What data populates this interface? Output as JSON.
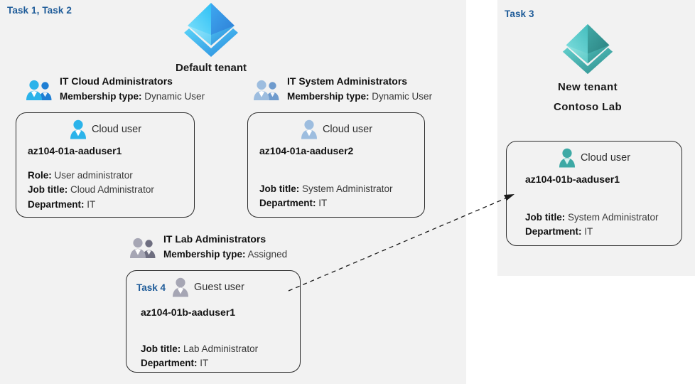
{
  "panels": {
    "default_tenant": {
      "task_tag": "Task 1, Task 2",
      "tenant_name": "Default tenant"
    },
    "new_tenant": {
      "task_tag": "Task 3",
      "tenant_name_line1": "New  tenant",
      "tenant_name_line2": "Contoso Lab"
    }
  },
  "groups": {
    "cloud_admins": {
      "name": "IT Cloud Administrators",
      "membership_label": "Membership type:",
      "membership_value": "Dynamic User"
    },
    "system_admins": {
      "name": "IT System Administrators",
      "membership_label": "Membership type:",
      "membership_value": "Dynamic User"
    },
    "lab_admins": {
      "name": "IT Lab Administrators",
      "membership_label": "Membership type:",
      "membership_value": "Assigned"
    }
  },
  "cards": {
    "aaduser1": {
      "user_type": "Cloud user",
      "username": "az104-01a-aaduser1",
      "props": [
        {
          "label": "Role:",
          "value": "User administrator"
        },
        {
          "label": "Job title:",
          "value": "Cloud Administrator"
        },
        {
          "label": "Department:",
          "value": "IT"
        }
      ]
    },
    "aaduser2": {
      "user_type": "Cloud user",
      "username": "az104-01a-aaduser2",
      "props": [
        {
          "label": "Job title:",
          "value": "System Administrator"
        },
        {
          "label": "Department:",
          "value": "IT"
        }
      ]
    },
    "guest_user": {
      "task_tag": "Task 4",
      "user_type": "Guest user",
      "username": "az104-01b-aaduser1",
      "props": [
        {
          "label": "Job title:",
          "value": "Lab Administrator"
        },
        {
          "label": "Department:",
          "value": "IT"
        }
      ]
    },
    "new_aaduser1": {
      "user_type": "Cloud user",
      "username": "az104-01b-aaduser1",
      "props": [
        {
          "label": "Job title:",
          "value": "System Administrator"
        },
        {
          "label": "Department:",
          "value": "IT"
        }
      ]
    }
  },
  "icons": {
    "tenant_default": "azure-ad-tenant-icon",
    "tenant_new": "azure-ad-tenant-icon",
    "group_cloud": "user-group-icon",
    "group_system": "user-group-icon",
    "group_lab": "user-group-icon",
    "user_cloud": "user-icon",
    "user_guest": "guest-user-icon",
    "connector": "dashed-arrow-connector"
  },
  "colors": {
    "panel_background": "#f2f2f2",
    "task_tag": "#1f5c99",
    "tenant_default_primary": "#32b5f0",
    "tenant_default_secondary": "#3d8fe0",
    "tenant_new_primary": "#4cc3c3",
    "tenant_new_secondary": "#2e8c8c",
    "icon_cyan": "#2bb3ea",
    "icon_steel_blue": "#8fb4db",
    "icon_gray": "#9a9aa8",
    "icon_teal": "#3da9a5",
    "card_border": "#2b2b2b",
    "text_primary": "#111111",
    "text_secondary": "#3a3a3a"
  }
}
